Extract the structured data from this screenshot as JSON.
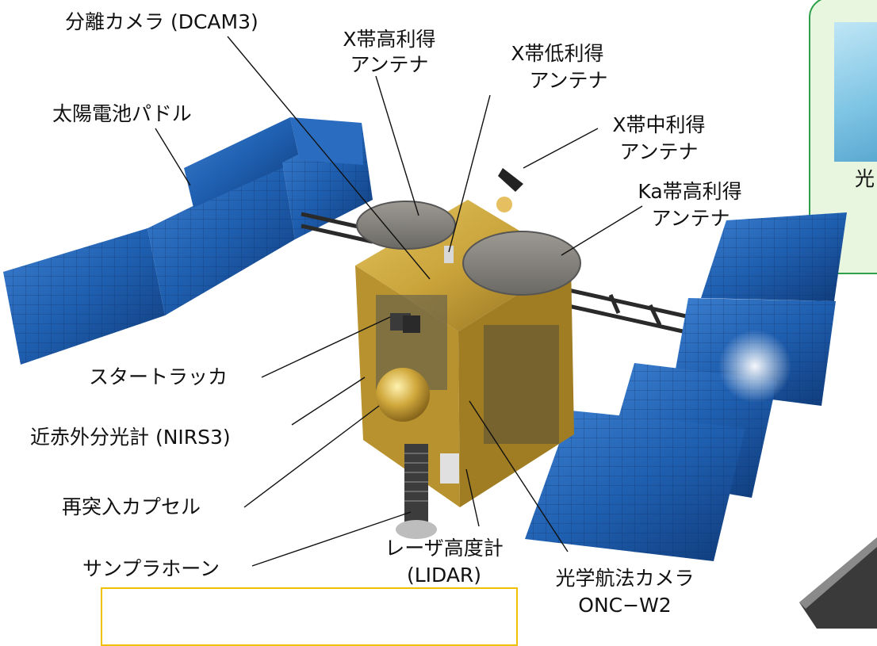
{
  "labels": {
    "dcam3": "分離カメラ (DCAM3)",
    "x_high_gain_1": "X帯高利得",
    "x_high_gain_2": "アンテナ",
    "x_low_gain_1": "X帯低利得",
    "x_low_gain_2": "アンテナ",
    "solar_paddle": "太陽電池パドル",
    "x_mid_gain_1": "X帯中利得",
    "x_mid_gain_2": "アンテナ",
    "ka_high_gain_1": "Ka帯高利得",
    "ka_high_gain_2": "アンテナ",
    "star_tracker": "スタートラッカ",
    "nirs3": "近赤外分光計 (NIRS3)",
    "reentry_capsule": "再突入カプセル",
    "sampler_horn": "サンプラホーン",
    "lidar_1": "レーザ高度計",
    "lidar_2": "(LIDAR)",
    "onc_1": "光学航法カメラ",
    "onc_2": "ONC−W2",
    "callout_partial": "光"
  },
  "colors": {
    "panel_blue": "#1f5fb0",
    "panel_dark": "#0f3a78",
    "gold_foil": "#c9a23a",
    "callout_green_border": "#2ea04a",
    "callout_yellow_border": "#f0c000"
  }
}
